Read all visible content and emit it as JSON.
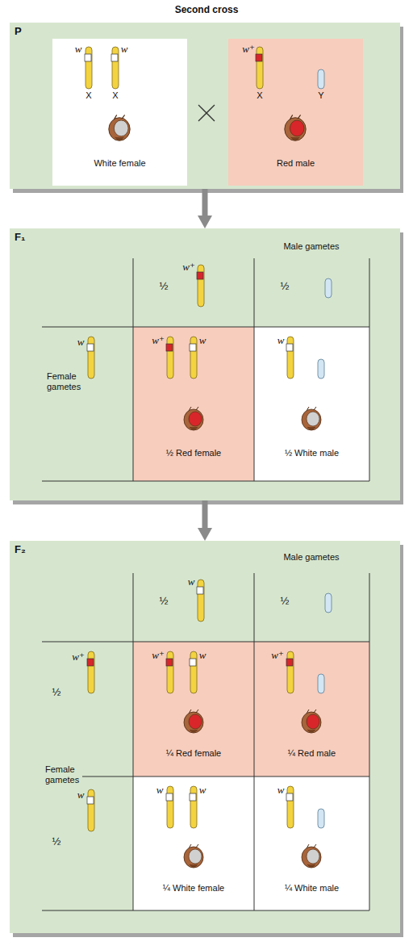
{
  "diagram": {
    "title": "Second cross",
    "nodes": [
      {
        "text": [
          "P"
        ]
      },
      {
        "text": [
          "w",
          "w",
          "X",
          "X",
          "White female"
        ],
        "in": 0
      },
      {
        "text": [
          "w⁺",
          "X",
          "Y",
          "Red male"
        ],
        "in": 0
      },
      {
        "text": [
          "F₁",
          "Male gametes",
          "Female gametes"
        ]
      },
      {
        "text": [
          "w⁺",
          "½"
        ],
        "in": 3
      },
      {
        "text": [
          "½"
        ],
        "in": 3
      },
      {
        "text": [
          "w"
        ],
        "in": 3
      },
      {
        "text": [
          "w⁺",
          "w",
          "½ Red female"
        ],
        "in": 3
      },
      {
        "text": [
          "w",
          "½ White male"
        ],
        "in": 3
      },
      {
        "text": [
          "F₂",
          "Male gametes",
          "Female gametes"
        ]
      },
      {
        "text": [
          "w",
          "½"
        ],
        "in": 9
      },
      {
        "text": [
          "½"
        ],
        "in": 9
      },
      {
        "text": [
          "w⁺",
          "½"
        ],
        "in": 9
      },
      {
        "text": [
          "w",
          "½"
        ],
        "in": 9
      },
      {
        "text": [
          "w⁺",
          "w",
          "¼ Red female"
        ],
        "in": 9
      },
      {
        "text": [
          "w⁺",
          "¼ Red male"
        ],
        "in": 9
      },
      {
        "text": [
          "w",
          "w",
          "¼ White female"
        ],
        "in": 9
      },
      {
        "text": [
          "w",
          "¼ White male"
        ],
        "in": 9
      }
    ],
    "edges": [
      {
        "from": 0,
        "to": 3,
        "arrow": "to"
      },
      {
        "from": 3,
        "to": 9,
        "arrow": "to"
      }
    ]
  }
}
